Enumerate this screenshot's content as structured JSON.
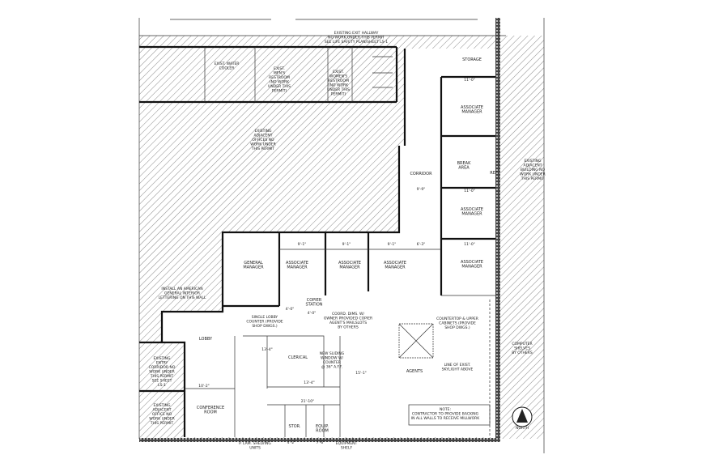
{
  "notes": {
    "exit_hallway": [
      "EXISTING EXIT HALLWAY",
      "NO WORK UNDER THIS PERMIT",
      "SEE LIFE SAFETY PLAN/SHEET LS-1"
    ],
    "water_cooler": [
      "EXIST. WATER",
      "COOLER"
    ],
    "mens_restroom": [
      "EXIST.",
      "MEN'S",
      "RESTROOM",
      "(NO WORK",
      "UNDER THIS",
      "PERMIT)"
    ],
    "womens_restroom": [
      "EXIST.",
      "WOMEN'S",
      "RESTROOM",
      "(NO WORK",
      "UNDER THIS",
      "PERMIT)"
    ],
    "adjacent_offices": [
      "EXISTING",
      "ADJACENT",
      "OFFICES NO",
      "WORK UNDER",
      "THIS PERMIT"
    ],
    "adjacent_building": [
      "EXISTING",
      "ADJACENT",
      "BUILDING NO",
      "WORK UNDER",
      "THIS PERMIT"
    ],
    "lettering": [
      "INSTALL AN AMERICAN",
      "GENERAL INTERIOR",
      "LETTERING ON THIS WALL"
    ],
    "lobby_counter": [
      "SINGLE LOBBY",
      "COUNTER (PROVIDE",
      "SHOP DWGS.)"
    ],
    "copier": [
      "COORD. DIMS. W/",
      "OWNER PROVIDED COPIER",
      "AGENT'S MAILSLOTS",
      "BY OTHERS"
    ],
    "sliding_window": [
      "NEW SLIDING",
      "WINDOW W/",
      "COUNTER",
      "@ 36\" A.F.F."
    ],
    "countertop": [
      "COUNTERTOP & UPPER",
      "CABINETS (PROVIDE",
      "SHOP DWGS.)"
    ],
    "skylight": [
      "LINE OF EXIST.",
      "SKYLIGHT ABOVE"
    ],
    "computer_shelves": [
      "COMPUTER",
      "SHELVES",
      "BY OTHERS"
    ],
    "entry_corridor": [
      "EXISTING",
      "ENTRY",
      "CORRIDOR NO",
      "WORK UNDER",
      "THIS PERMIT",
      "SEE SHEET",
      "LS-1"
    ],
    "adjacent_office": [
      "EXISTING",
      "ADJACENT",
      "OFFICE NO",
      "WORK UNDER",
      "THIS PERMIT"
    ],
    "backing": [
      "NOTE:",
      "CONTRACTOR TO PROVIDE BACKING",
      "IN ALL WALLS TO RECEIVE MILLWORK"
    ],
    "shelving": [
      "P. LAM. SHELVING",
      "UNITS"
    ],
    "equipment_shelf": [
      "EQUIPMENT",
      "SHELF"
    ],
    "north": "NORTH"
  },
  "rooms": {
    "storage": [
      "STORAGE"
    ],
    "assoc_mgr_1": [
      "ASSOCIATE",
      "MANAGER"
    ],
    "break_area": [
      "BREAK",
      "AREA"
    ],
    "ref": [
      "REF"
    ],
    "corridor": [
      "CORRIDOR"
    ],
    "assoc_mgr_2": [
      "ASSOCIATE",
      "MANAGER"
    ],
    "assoc_mgr_3": [
      "ASSOCIATE",
      "MANAGER"
    ],
    "general_mgr": [
      "GENERAL",
      "MANAGER"
    ],
    "assoc_mgr_4": [
      "ASSOCIATE",
      "MANAGER"
    ],
    "assoc_mgr_5": [
      "ASSOCIATE",
      "MANAGER"
    ],
    "assoc_mgr_6": [
      "ASSOCIATE",
      "MANAGER"
    ],
    "copier_station": [
      "COPIER",
      "STATION"
    ],
    "lobby": [
      "LOBBY"
    ],
    "clerical": [
      "CLERICAL"
    ],
    "agents": [
      "AGENTS"
    ],
    "conference": [
      "CONFERENCE",
      "ROOM"
    ],
    "stor": [
      "STOR."
    ],
    "equip": [
      "EQUIP.",
      "ROOM"
    ]
  },
  "dimensions": {
    "d1": "9'-1\"",
    "d2": "9'-1\"",
    "d3": "9'-1\"",
    "d4": "6'-3\"",
    "d5": "11'-0\"",
    "d6": "11'-0\"",
    "d7": "9'-9\"",
    "d8": "11'-0\"",
    "d9": "4'-0\"",
    "d10": "4'-0\"",
    "d11": "13'-4\"",
    "d12": "21'-10\"",
    "d13": "10'-2\"",
    "d14": "4'-2\"",
    "d15": "7'-6\"",
    "d16": "13'-4\"",
    "d17": "15'-1\""
  }
}
